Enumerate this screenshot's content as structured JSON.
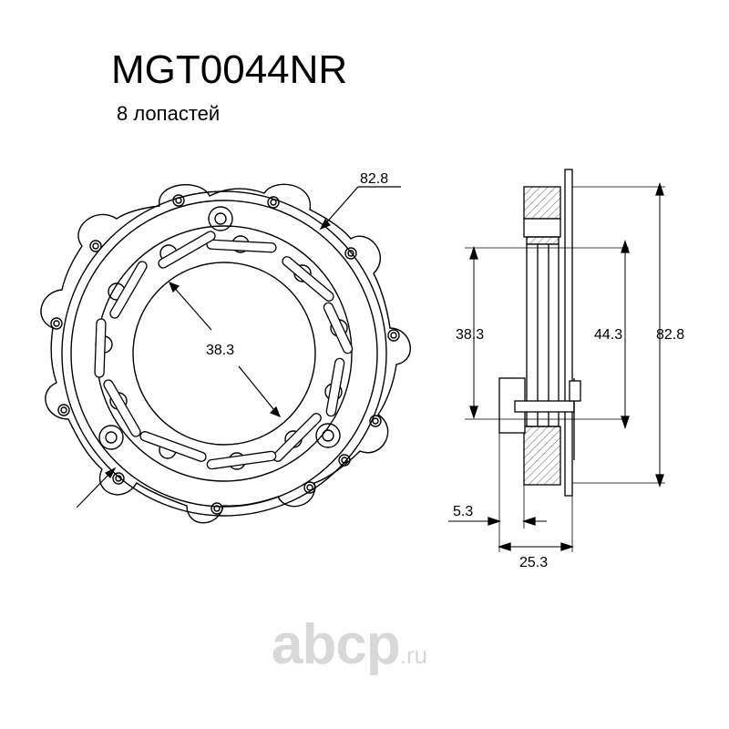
{
  "header": {
    "title": "MGT0044NR",
    "subtitle": "8 лопастей"
  },
  "front_view": {
    "outer_diameter_label": "82.8",
    "inner_diameter_label": "38.3"
  },
  "side_view": {
    "inner_diameter_label": "38.3",
    "middle_diameter_label": "44.3",
    "outer_diameter_label": "82.8",
    "thickness_label": "5.3",
    "width_label": "25.3"
  },
  "watermark": {
    "brand": "abcp",
    "domain": ".ru"
  },
  "colors": {
    "line": "#000000",
    "watermark": "#d8d8d8"
  }
}
